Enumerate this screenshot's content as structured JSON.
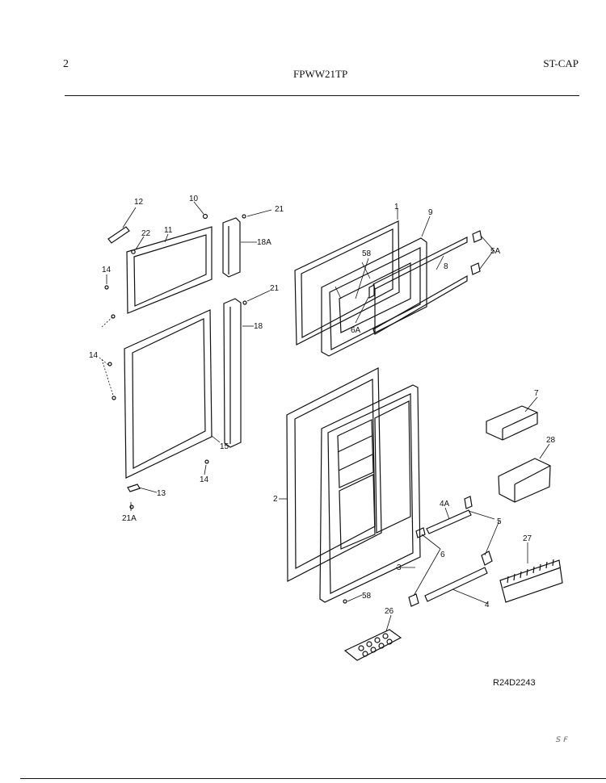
{
  "header": {
    "page_number": "2",
    "model": "FPWW21TP",
    "section": "ST-CAP"
  },
  "diagram_code": "R24D2243",
  "callouts": {
    "c1": "1",
    "c2": "2",
    "c3": "3",
    "c4": "4",
    "c4a": "4A",
    "c5": "5",
    "c5a": "5A",
    "c6": "6",
    "c6a": "6A",
    "c7": "7",
    "c8": "8",
    "c9": "9",
    "c10": "10",
    "c11": "11",
    "c12": "12",
    "c13": "13",
    "c14a": "14",
    "c14b": "14",
    "c14c": "14",
    "c15": "15",
    "c18": "18",
    "c18a": "18A",
    "c21a": "21",
    "c21b": "21",
    "c21A": "21A",
    "c22": "22",
    "c26": "26",
    "c27": "27",
    "c28": "28",
    "c58a": "58",
    "c58b": "58"
  },
  "stray_marks": {
    "bottom_right": "ꜱ ꜰ"
  }
}
